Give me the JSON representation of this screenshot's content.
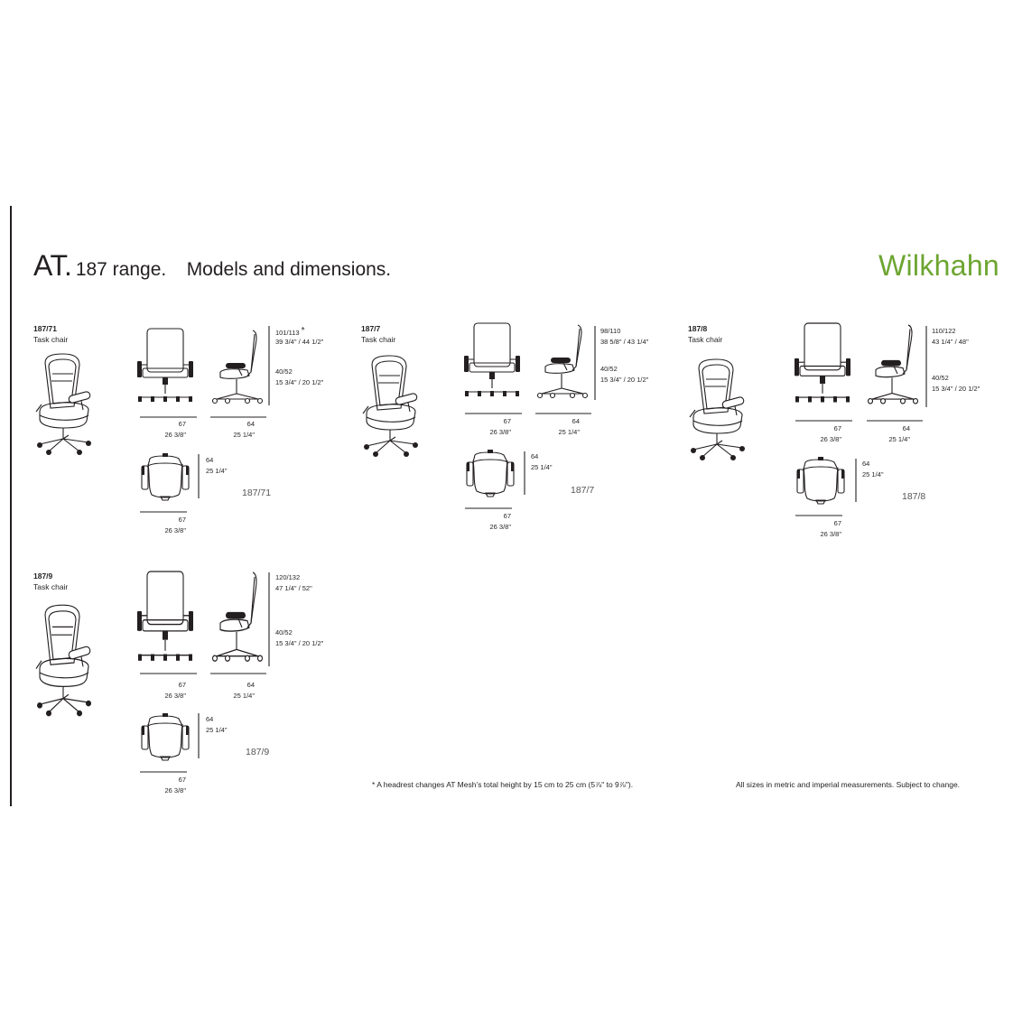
{
  "header": {
    "title_main": "AT.",
    "title_range": "187 range.",
    "title_sub": "Models and dimensions.",
    "brand": "Wilkhahn",
    "brand_color": "#6da531"
  },
  "models": [
    {
      "code": "187/71",
      "name": "Task chair",
      "label": "187/71",
      "height": "101/113",
      "height_in": "39 3/4\" / 44 1/2\"",
      "height_mark": "*",
      "seat": "40/52",
      "seat_in": "15 3/4\" / 20 1/2\"",
      "width": "67",
      "width_in": "26 3/8\"",
      "depth": "64",
      "depth_in": "25 1/4\"",
      "plan_width": "67",
      "plan_width_in": "26 3/8\"",
      "plan_depth": "64",
      "plan_depth_in": "25 1/4\""
    },
    {
      "code": "187/7",
      "name": "Task chair",
      "label": "187/7",
      "height": "98/110",
      "height_in": "38 5/8\" / 43 1/4\"",
      "seat": "40/52",
      "seat_in": "15 3/4\" / 20 1/2\"",
      "width": "67",
      "width_in": "26 3/8\"",
      "depth": "64",
      "depth_in": "25 1/4\"",
      "plan_width": "67",
      "plan_width_in": "26 3/8\"",
      "plan_depth": "64",
      "plan_depth_in": "25 1/4\""
    },
    {
      "code": "187/8",
      "name": "Task chair",
      "label": "187/8",
      "height": "110/122",
      "height_in": "43 1/4\" / 48\"",
      "seat": "40/52",
      "seat_in": "15 3/4\" / 20 1/2\"",
      "width": "67",
      "width_in": "26 3/8\"",
      "depth": "64",
      "depth_in": "25 1/4\"",
      "plan_width": "67",
      "plan_width_in": "26 3/8\"",
      "plan_depth": "64",
      "plan_depth_in": "25 1/4\""
    },
    {
      "code": "187/9",
      "name": "Task chair",
      "label": "187/9",
      "height": "120/132",
      "height_in": "47 1/4\" / 52\"",
      "seat": "40/52",
      "seat_in": "15 3/4\" / 20 1/2\"",
      "width": "67",
      "width_in": "26 3/8\"",
      "depth": "64",
      "depth_in": "25 1/4\"",
      "plan_width": "67",
      "plan_width_in": "26 3/8\"",
      "plan_depth": "64",
      "plan_depth_in": "25 1/4\""
    }
  ],
  "footer": {
    "headrest_note": "* A headrest changes AT Mesh’s total height by 15 cm to 25 cm (5⅞\" to 9⅞\").",
    "disclaimer": "All sizes in metric and imperial measurements. Subject to change."
  }
}
